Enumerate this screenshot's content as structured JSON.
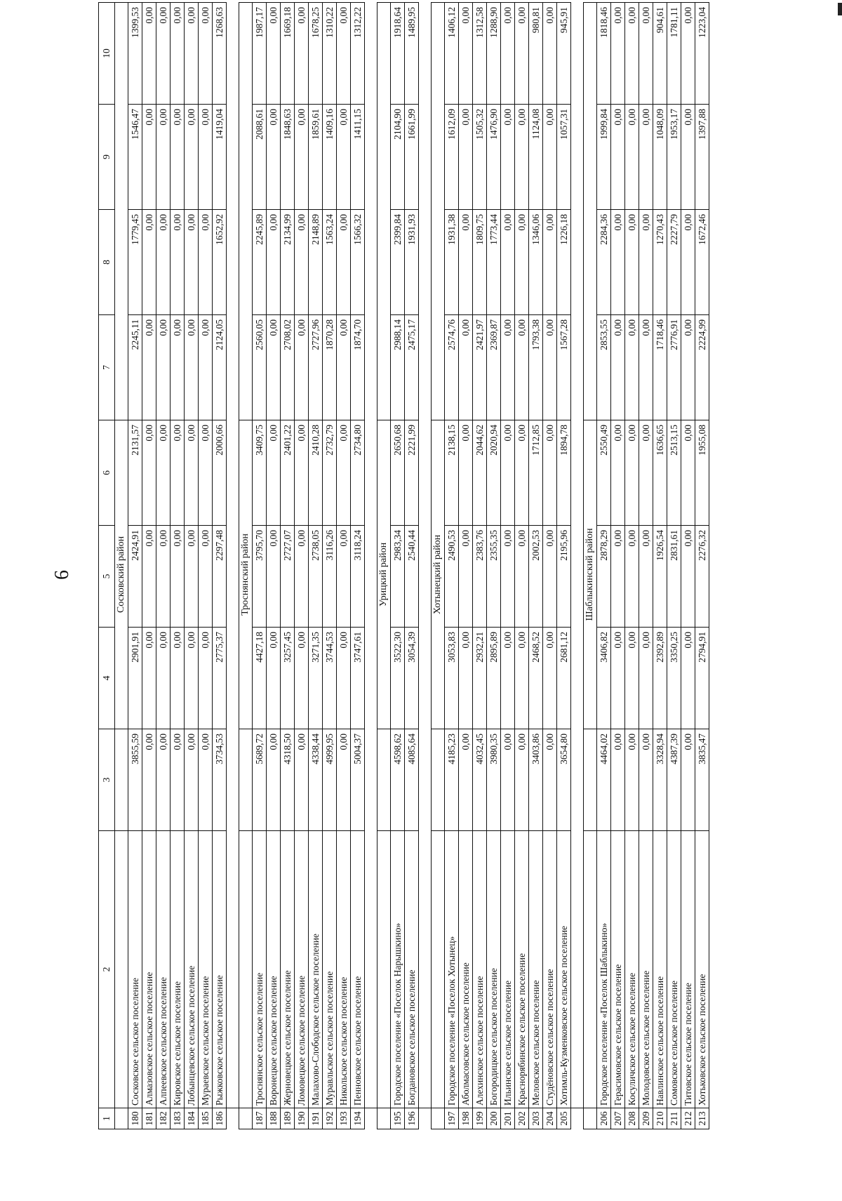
{
  "page_number": "6",
  "table": {
    "header": [
      "1",
      "2",
      "3",
      "4",
      "5",
      "6",
      "7",
      "8",
      "9",
      "10"
    ],
    "sections": [
      {
        "district": "",
        "rows": [
          [
            "180",
            "Сосковское сельское поселение",
            "3855,59",
            "2901,91",
            "2424,91",
            "2131,57",
            "2245,11",
            "1779,45",
            "1546,47",
            "1399,53"
          ],
          [
            "181",
            "Алмазовское сельское поселение",
            "0,00",
            "0,00",
            "0,00",
            "0,00",
            "0,00",
            "0,00",
            "0,00",
            "0,00"
          ],
          [
            "182",
            "Алпеевское сельское поселение",
            "0,00",
            "0,00",
            "0,00",
            "0,00",
            "0,00",
            "0,00",
            "0,00",
            "0,00"
          ],
          [
            "183",
            "Кировское сельское поселение",
            "0,00",
            "0,00",
            "0,00",
            "0,00",
            "0,00",
            "0,00",
            "0,00",
            "0,00"
          ],
          [
            "184",
            "Лобынцевское сельское поселение",
            "0,00",
            "0,00",
            "0,00",
            "0,00",
            "0,00",
            "0,00",
            "0,00",
            "0,00"
          ],
          [
            "185",
            "Мураевское сельское поселение",
            "0,00",
            "0,00",
            "0,00",
            "0,00",
            "0,00",
            "0,00",
            "0,00",
            "0,00"
          ],
          [
            "186",
            "Рыжковское сельское поселение",
            "3734,53",
            "2775,37",
            "2297,48",
            "2000,66",
            "2124,05",
            "1652,92",
            "1419,04",
            "1268,63"
          ]
        ]
      },
      {
        "district": "Троснянский район",
        "rows": [
          [
            "187",
            "Троснянское сельское поселение",
            "5689,72",
            "4427,18",
            "3795,70",
            "3409,75",
            "2560,05",
            "2245,89",
            "2088,61",
            "1987,17"
          ],
          [
            "188",
            "Воронецкое сельское поселение",
            "0,00",
            "0,00",
            "0,00",
            "0,00",
            "0,00",
            "0,00",
            "0,00",
            "0,00"
          ],
          [
            "189",
            "Жерновецкое сельское поселение",
            "4318,50",
            "3257,45",
            "2727,07",
            "2401,22",
            "2708,02",
            "2134,99",
            "1848,63",
            "1669,18"
          ],
          [
            "190",
            "Ломовецкое сельское поселение",
            "0,00",
            "0,00",
            "0,00",
            "0,00",
            "0,00",
            "0,00",
            "0,00",
            "0,00"
          ],
          [
            "191",
            "Малахово-Слободское сельское поселение",
            "4338,44",
            "3271,35",
            "2738,05",
            "2410,28",
            "2727,96",
            "2148,89",
            "1859,61",
            "1678,25"
          ],
          [
            "192",
            "Муравльское сельское поселение",
            "4999,95",
            "3744,53",
            "3116,26",
            "2732,79",
            "1870,28",
            "1563,24",
            "1409,16",
            "1310,22"
          ],
          [
            "193",
            "Никольское сельское поселение",
            "0,00",
            "0,00",
            "0,00",
            "0,00",
            "0,00",
            "0,00",
            "0,00",
            "0,00"
          ],
          [
            "194",
            "Пенновское сельское поселение",
            "5004,37",
            "3747,61",
            "3118,24",
            "2734,80",
            "1874,70",
            "1566,32",
            "1411,15",
            "1312,22"
          ]
        ]
      },
      {
        "district": "Урицкий район",
        "rows": [
          [
            "195",
            "Городское поселение «Поселок Нарышкино»",
            "4598,62",
            "3522,30",
            "2983,34",
            "2650,68",
            "2988,14",
            "2399,84",
            "2104,90",
            "1918,64"
          ],
          [
            "196",
            "Богдановское сельское поселение",
            "4085,64",
            "3054,39",
            "2540,44",
            "2221,99",
            "2475,17",
            "1931,93",
            "1661,99",
            "1489,95"
          ]
        ]
      },
      {
        "district": "Хотынецкий район",
        "rows": [
          [
            "197",
            "Городское поселение «Поселок Хотынец»",
            "4185,23",
            "3053,83",
            "2490,53",
            "2138,15",
            "2574,76",
            "1931,38",
            "1612,09",
            "1406,12"
          ],
          [
            "198",
            "Аболмасовское сельское поселение",
            "0,00",
            "0,00",
            "0,00",
            "0,00",
            "0,00",
            "0,00",
            "0,00",
            "0,00"
          ],
          [
            "199",
            "Алехинское сельское поселение",
            "4032,45",
            "2932,21",
            "2383,76",
            "2044,62",
            "2421,97",
            "1809,75",
            "1505,32",
            "1312,58"
          ],
          [
            "200",
            "Богородицкое сельское поселение",
            "3980,35",
            "2895,89",
            "2355,35",
            "2020,94",
            "2369,87",
            "1773,44",
            "1476,90",
            "1288,90"
          ],
          [
            "201",
            "Ильинское сельское поселение",
            "0,00",
            "0,00",
            "0,00",
            "0,00",
            "0,00",
            "0,00",
            "0,00",
            "0,00"
          ],
          [
            "202",
            "Краснорябинское сельское поселение",
            "0,00",
            "0,00",
            "0,00",
            "0,00",
            "0,00",
            "0,00",
            "0,00",
            "0,00"
          ],
          [
            "203",
            "Меловское сельское поселение",
            "3403,86",
            "2468,52",
            "2002,53",
            "1712,85",
            "1793,38",
            "1346,06",
            "1124,08",
            "980,81"
          ],
          [
            "204",
            "Студёновское сельское поселение",
            "0,00",
            "0,00",
            "0,00",
            "0,00",
            "0,00",
            "0,00",
            "0,00",
            "0,00"
          ],
          [
            "205",
            "Хотимль-Кузменковское сельское поселение",
            "3654,80",
            "2681,12",
            "2195,96",
            "1894,78",
            "1567,28",
            "1226,18",
            "1057,31",
            "945,91"
          ]
        ]
      },
      {
        "district": "Шаблыкинский район",
        "rows": [
          [
            "206",
            "Городское поселение «Поселок Шаблыкино»",
            "4464,02",
            "3406,82",
            "2878,29",
            "2550,49",
            "2853,55",
            "2284,36",
            "1999,84",
            "1818,46"
          ],
          [
            "207",
            "Герасимовское сельское поселение",
            "0,00",
            "0,00",
            "0,00",
            "0,00",
            "0,00",
            "0,00",
            "0,00",
            "0,00"
          ],
          [
            "208",
            "Косуличское сельское поселение",
            "0,00",
            "0,00",
            "0,00",
            "0,00",
            "0,00",
            "0,00",
            "0,00",
            "0,00"
          ],
          [
            "209",
            "Молодовское сельское поселение",
            "0,00",
            "0,00",
            "0,00",
            "0,00",
            "0,00",
            "0,00",
            "0,00",
            "0,00"
          ],
          [
            "210",
            "Навлинское сельское поселение",
            "3328,94",
            "2392,89",
            "1926,54",
            "1636,65",
            "1718,46",
            "1270,43",
            "1048,09",
            "904,61"
          ],
          [
            "211",
            "Сомовское сельское поселение",
            "4387,39",
            "3350,25",
            "2831,61",
            "2513,15",
            "2776,91",
            "2227,79",
            "1953,17",
            "1781,11"
          ],
          [
            "212",
            "Титовское сельское поселение",
            "0,00",
            "0,00",
            "0,00",
            "0,00",
            "0,00",
            "0,00",
            "0,00",
            "0,00"
          ],
          [
            "213",
            "Хотьковское сельское поселение",
            "3835,47",
            "2794,91",
            "2276,32",
            "1955,08",
            "2224,99",
            "1672,46",
            "1397,88",
            "1223,04"
          ]
        ]
      }
    ],
    "first_district": "Сосковский район"
  }
}
